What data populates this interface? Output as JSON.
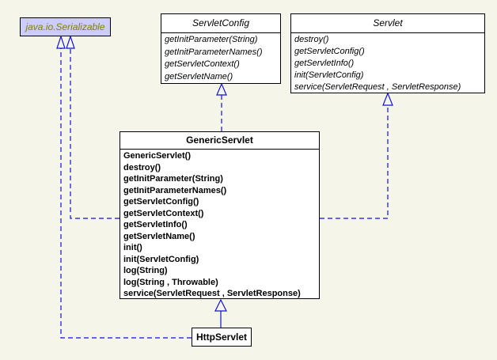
{
  "diagram": {
    "classes": [
      {
        "id": "serializable",
        "title": "java.io.Serializable",
        "kind": "external-interface",
        "selected": true,
        "methods": []
      },
      {
        "id": "servlet_config",
        "title": "ServletConfig",
        "kind": "interface",
        "methods": [
          "getInitParameter(String)",
          "getInitParameterNames()",
          "getServletContext()",
          "getServletName()"
        ]
      },
      {
        "id": "servlet",
        "title": "Servlet",
        "kind": "interface",
        "methods": [
          "destroy()",
          "getServletConfig()",
          "getServletInfo()",
          "init(ServletConfig)",
          "service(ServletRequest , ServletResponse)"
        ]
      },
      {
        "id": "generic_servlet",
        "title": "GenericServlet",
        "kind": "class",
        "methods": [
          "GenericServlet()",
          "destroy()",
          "getInitParameter(String)",
          "getInitParameterNames()",
          "getServletConfig()",
          "getServletContext()",
          "getServletInfo()",
          "getServletName()",
          "init()",
          "init(ServletConfig)",
          "log(String)",
          "log(String , Throwable)",
          "service(ServletRequest , ServletResponse)"
        ]
      },
      {
        "id": "http_servlet",
        "title": "HttpServlet",
        "kind": "class",
        "methods": []
      }
    ],
    "relationships": [
      {
        "from": "GenericServlet",
        "to": "ServletConfig",
        "type": "realization",
        "style": "dashed"
      },
      {
        "from": "GenericServlet",
        "to": "Servlet",
        "type": "realization",
        "style": "dashed"
      },
      {
        "from": "GenericServlet",
        "to": "java.io.Serializable",
        "type": "realization",
        "style": "dashed"
      },
      {
        "from": "HttpServlet",
        "to": "java.io.Serializable",
        "type": "realization",
        "style": "dashed"
      },
      {
        "from": "HttpServlet",
        "to": "GenericServlet",
        "type": "generalization",
        "style": "solid"
      }
    ],
    "colors": {
      "background": "#f5f5ea",
      "box_fill": "#ffffff",
      "selected_box_fill": "#ccccff",
      "selected_title_text": "#808000",
      "relationship_line": "#1212dd",
      "border": "#000000"
    }
  }
}
